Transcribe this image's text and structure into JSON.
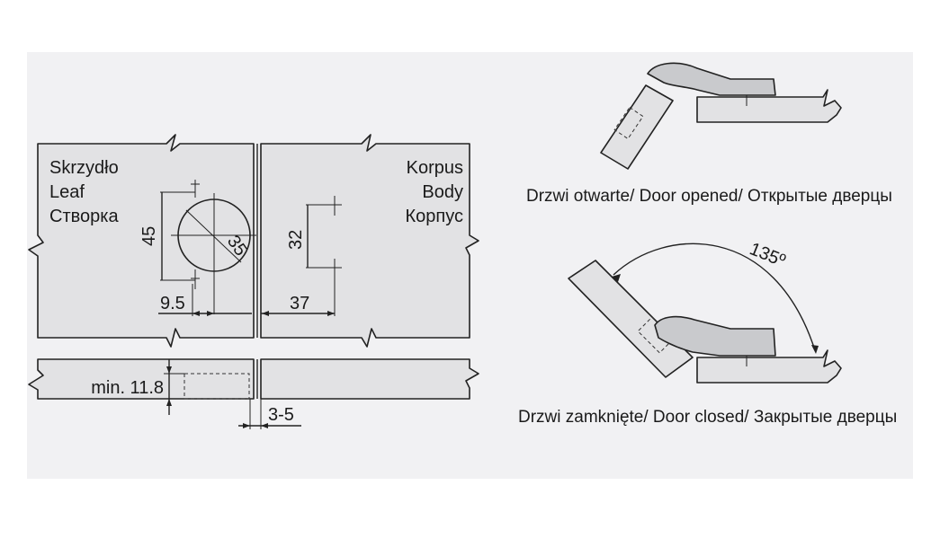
{
  "leaf_labels": [
    "Skrzydło",
    "Leaf",
    "Створка"
  ],
  "body_labels": [
    "Korpus",
    "Body",
    "Корпус"
  ],
  "dimensions": {
    "cup_height": "45",
    "cup_diameter": "35",
    "cup_offset": "9.5",
    "mount_height": "32",
    "mount_offset": "37",
    "min_thickness": "min. 11.8",
    "gap": "3-5"
  },
  "captions": {
    "door_opened": "Drzwi otwarte/ Door opened/ Открытые дверцы",
    "door_closed": "Drzwi zamknięte/ Door closed/ Закрытые  дверцы"
  },
  "angle_label": "135º",
  "colors": {
    "panel_fill": "#e2e2e4",
    "background": "#ffffff",
    "line": "#222222"
  }
}
